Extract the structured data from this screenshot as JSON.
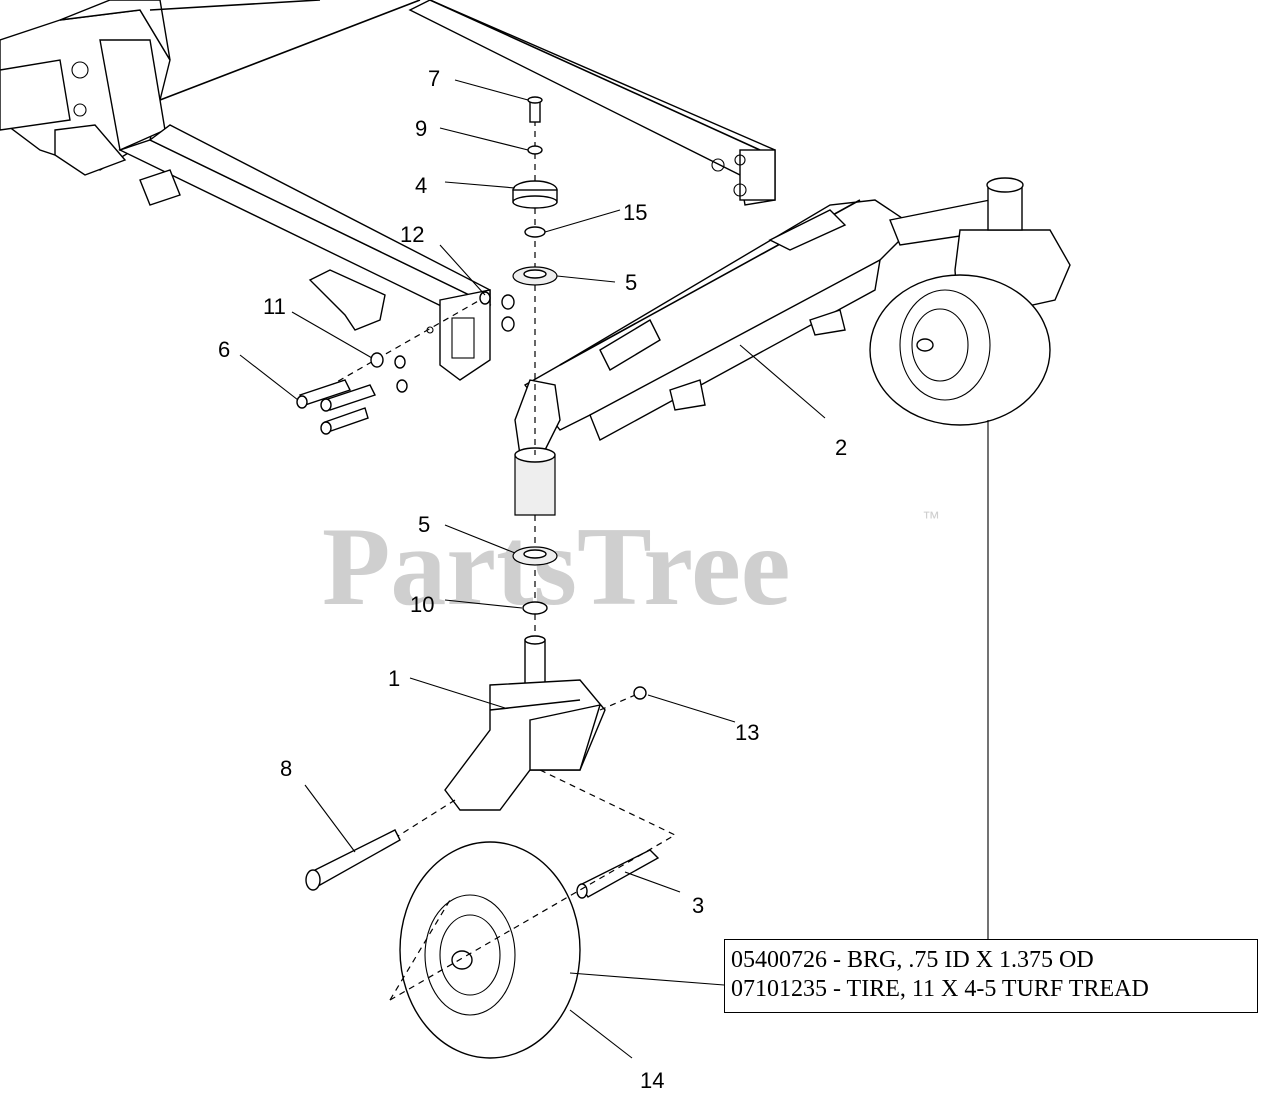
{
  "watermark": {
    "text": "PartsTree",
    "trademark": "™"
  },
  "callouts": [
    {
      "id": "c7",
      "label": "7"
    },
    {
      "id": "c9",
      "label": "9"
    },
    {
      "id": "c4",
      "label": "4"
    },
    {
      "id": "c15",
      "label": "15"
    },
    {
      "id": "c12",
      "label": "12"
    },
    {
      "id": "c5a",
      "label": "5"
    },
    {
      "id": "c11",
      "label": "11"
    },
    {
      "id": "c6",
      "label": "6"
    },
    {
      "id": "c2",
      "label": "2"
    },
    {
      "id": "c5b",
      "label": "5"
    },
    {
      "id": "c10",
      "label": "10"
    },
    {
      "id": "c1",
      "label": "1"
    },
    {
      "id": "c13",
      "label": "13"
    },
    {
      "id": "c8",
      "label": "8"
    },
    {
      "id": "c3",
      "label": "3"
    },
    {
      "id": "c14",
      "label": "14"
    }
  ],
  "parts_box": {
    "lines": [
      "05400726 - BRG, .75 ID X 1.375 OD",
      "07101235 - TIRE, 11 X 4-5 TURF TREAD"
    ]
  }
}
